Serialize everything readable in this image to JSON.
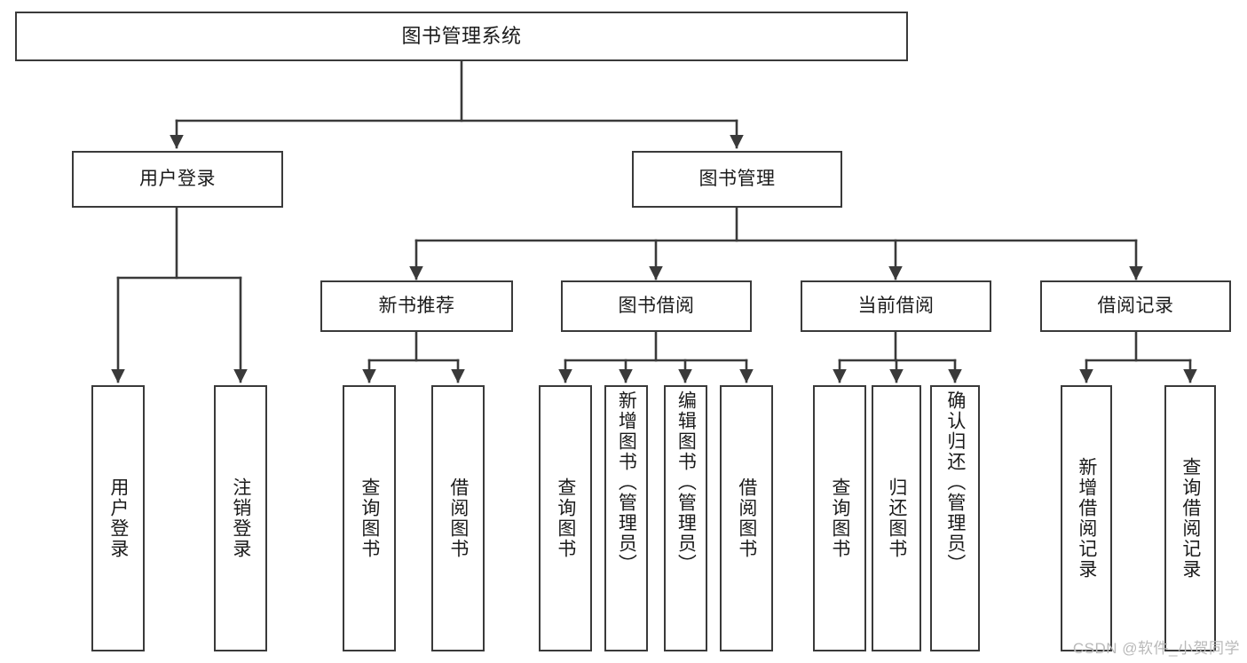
{
  "diagram": {
    "title": "图书管理系统",
    "type": "tree-hierarchy-chart",
    "watermark": "CSDN @软件_小贺同学",
    "colors": {
      "stroke": "#3a3a3a",
      "fill": "#ffffff",
      "text": "#1b1b1b",
      "watermark": "#b9b9b9"
    },
    "levels": {
      "root": {
        "label": "图书管理系统"
      },
      "level2": [
        {
          "label": "用户登录"
        },
        {
          "label": "图书管理"
        }
      ],
      "level3": [
        {
          "label": "新书推荐"
        },
        {
          "label": "图书借阅"
        },
        {
          "label": "当前借阅"
        },
        {
          "label": "借阅记录"
        }
      ],
      "leaves": {
        "user_login": [
          {
            "label": "用户登录"
          },
          {
            "label": "注销登录"
          }
        ],
        "new_book_recommend": [
          {
            "label": "查询图书"
          },
          {
            "label": "借阅图书"
          }
        ],
        "book_borrow": [
          {
            "label": "查询图书"
          },
          {
            "label": "新增图书（管理员）"
          },
          {
            "label": "编辑图书（管理员）"
          },
          {
            "label": "借阅图书"
          }
        ],
        "current_borrow": [
          {
            "label": "查询图书"
          },
          {
            "label": "归还图书"
          },
          {
            "label": "确认归还（管理员）"
          }
        ],
        "borrow_record": [
          {
            "label": "新增借阅记录"
          },
          {
            "label": "查询借阅记录"
          }
        ]
      }
    }
  }
}
